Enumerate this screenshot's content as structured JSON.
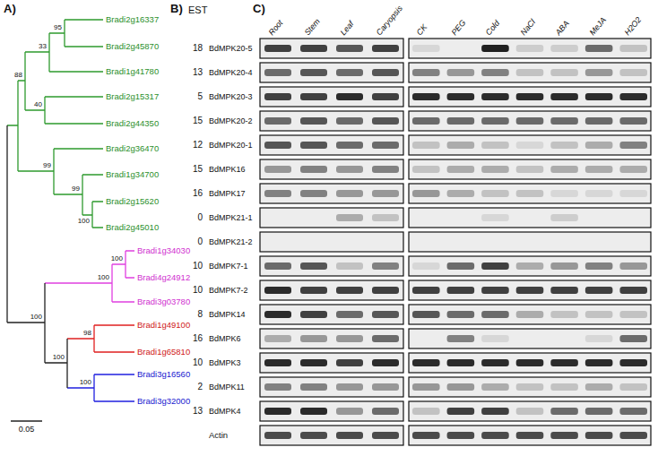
{
  "diagram": {
    "labels": [
      "A)",
      "B)",
      "EST",
      "C)",
      "Root",
      "Stem",
      "Leaf",
      "Caryopsis",
      "CK",
      "PEG",
      "Cold",
      "NaCl",
      "ABA",
      "MeJA",
      "H2O2",
      "Bradi2g16337",
      "Bradi2g45870",
      "Bradi1g41780",
      "Bradi2g15317",
      "Bradi2g44350",
      "Bradi2g36470",
      "Bradi1g34700",
      "Bradi2g15620",
      "Bradi2g45010",
      "Bradi1g34030",
      "Bradi4g24912",
      "Bradi3g03780",
      "Bradi1g49100",
      "Bradi1g65810",
      "Bradi3g16560",
      "Bradi3g32000",
      "95",
      "33",
      "88",
      "40",
      "99",
      "99",
      "100",
      "100",
      "100",
      "100",
      "98",
      "100",
      "100",
      "0.05",
      "18",
      "BdMPK20-5",
      "13",
      "BdMPK20-4",
      "5",
      "BdMPK20-3",
      "15",
      "BdMPK20-2",
      "12",
      "BdMPK20-1",
      "15",
      "BdMPK16",
      "16",
      "BdMPK17",
      "0",
      "BdMPK21-1",
      "0",
      "BdMPK21-2",
      "10",
      "BdMPK7-1",
      "10",
      "BdMPK7-2",
      "8",
      "BdMPK14",
      "16",
      "BdMPK6",
      "10",
      "BdMPK3",
      "2",
      "BdMPK11",
      "13",
      "BdMPK4",
      "Actin"
    ]
  }
}
